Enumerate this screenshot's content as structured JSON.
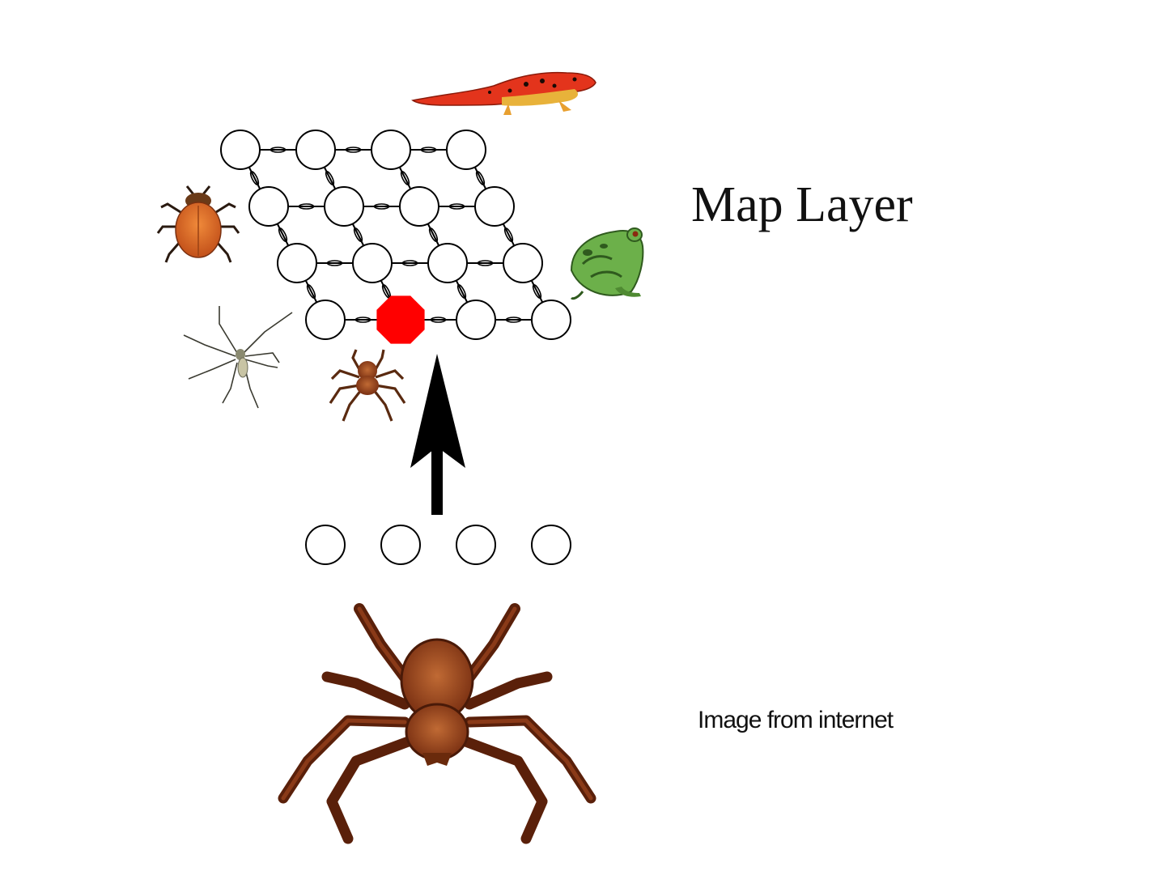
{
  "title": "Map Layer",
  "caption": "Image from internet",
  "map_layer": {
    "rows": 4,
    "cols": 4,
    "winner": {
      "row": 3,
      "col": 1
    },
    "node_fill": "#ffffff",
    "winner_fill": "#ff0000"
  },
  "input_layer": {
    "nodes": 4
  },
  "animals": [
    {
      "id": "newt",
      "icon": "newt-icon",
      "color": "#e0301a"
    },
    {
      "id": "beetle",
      "icon": "beetle-icon",
      "color": "#d9661f"
    },
    {
      "id": "frog",
      "icon": "frog-icon",
      "color": "#5ca03c"
    },
    {
      "id": "long-leg-spider",
      "icon": "long-leg-spider-icon",
      "color": "#b8b498"
    },
    {
      "id": "small-spider",
      "icon": "small-spider-icon",
      "color": "#7a3a1a"
    },
    {
      "id": "input-spider",
      "icon": "large-spider-icon",
      "color": "#8b3a14"
    }
  ]
}
